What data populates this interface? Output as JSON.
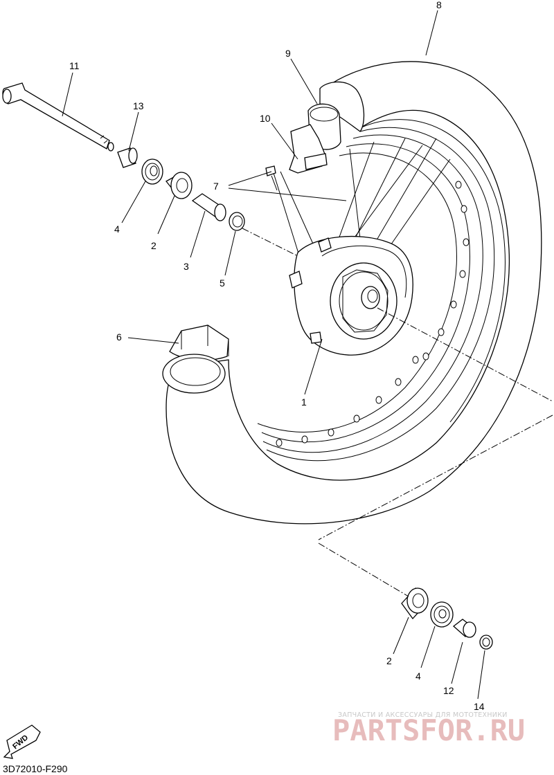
{
  "callouts": {
    "c1": "1",
    "c2a": "2",
    "c2b": "2",
    "c3": "3",
    "c4a": "4",
    "c4b": "4",
    "c5": "5",
    "c6": "6",
    "c7": "7",
    "c8": "8",
    "c9": "9",
    "c10": "10",
    "c11": "11",
    "c12": "12",
    "c13": "13",
    "c14": "14"
  },
  "diagram_code": "3D72010-F290",
  "fwd_label": "FWD",
  "watermark": {
    "tagline": "ЗАПЧАСТИ И АКСЕССУАРЫ ДЛЯ МОТОТЕХНИКИ",
    "logo": "PARTSFOR.RU"
  },
  "colors": {
    "line": "#000000",
    "background": "#ffffff",
    "watermark_logo": "#e0a6a6",
    "watermark_text": "#c8c8c8"
  }
}
